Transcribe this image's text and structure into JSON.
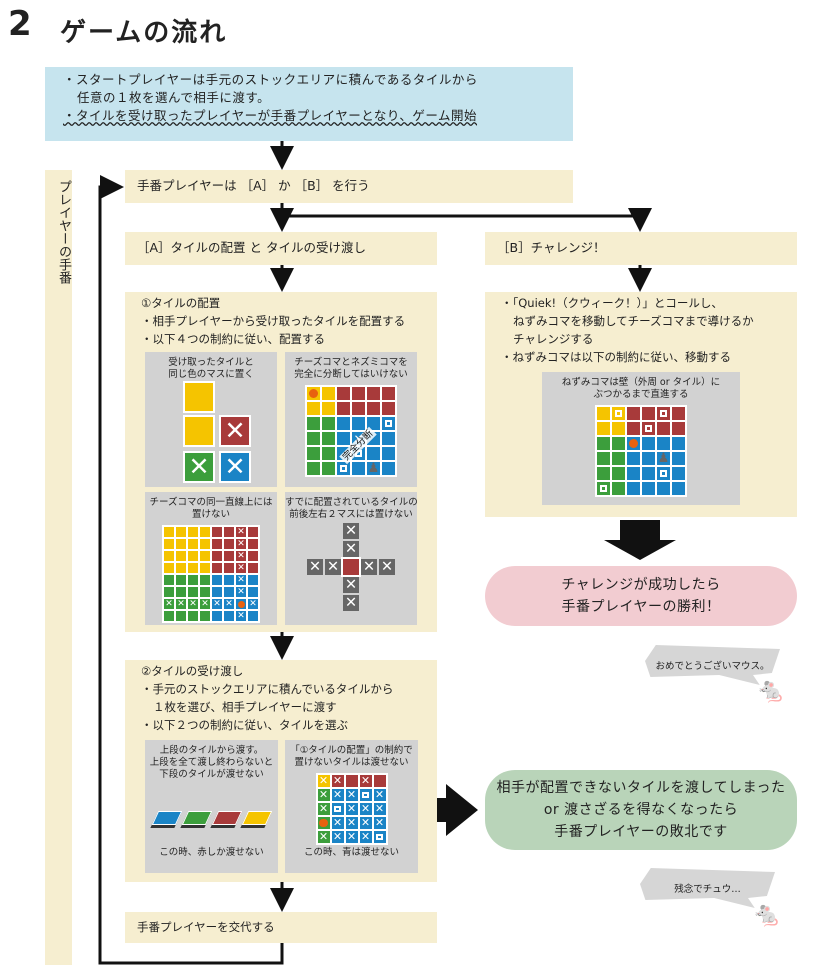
{
  "title": {
    "number": "2",
    "text": "ゲームの流れ"
  },
  "intro": {
    "line1": "・スタートプレイヤーは手元のストックエリアに積んであるタイルから",
    "line2": "任意の１枚を選んで相手に渡す。",
    "line3": "・タイルを受け取ったプレイヤーが手番プレイヤーとなり、ゲーム開始"
  },
  "side_label": "プレイヤーの手番",
  "turn_box": "手番プレイヤーは ［A］ か ［B］ を行う",
  "option_a": "［A］タイルの配置 と タイルの受け渡し",
  "option_b": "［B］チャレンジ！",
  "placement": {
    "heading": "①タイルの配置",
    "line1": "・相手プレイヤーから受け取ったタイルを配置する",
    "line2": "・以下４つの制約に従い、配置する",
    "rules": [
      "受け取ったタイルと\n同じ色のマスに置く",
      "チーズコマとネズミコマを\n完全に分断してはいけない",
      "チーズコマの同一直線上には\n置けない",
      "すでに配置されているタイルの\n前後左右２マスには置けない"
    ],
    "divide_label": "完全分断"
  },
  "challenge": {
    "line1": "・「Quiek!（クウィーク！）」とコールし、",
    "line2": "ねずみコマを移動してチーズコマまで導けるか",
    "line3": "チャレンジする",
    "line4": "・ねずみコマは以下の制約に従い、移動する",
    "rule": "ねずみコマは壁（外周 or タイル）に\nぶつかるまで直進する"
  },
  "win": {
    "line1": "チャレンジが成功したら",
    "line2": "手番プレイヤーの勝利！"
  },
  "bubble_win": "おめでとうございマウス。",
  "handover": {
    "heading": "②タイルの受け渡し",
    "line1": "・手元のストックエリアに積んでいるタイルから",
    "line2": "１枚を選び、相手プレイヤーに渡す",
    "line3": "・以下２つの制約に従い、タイルを選ぶ",
    "rules": [
      "上段のタイルから渡す。\n上段を全て渡し終わらないと\n下段のタイルが渡せない",
      "「①タイルの配置」の制約で\n置けないタイルは渡せない"
    ],
    "captions": [
      "この時、赤しか渡せない",
      "この時、青は渡せない"
    ]
  },
  "lose": {
    "line1": "相手が配置できないタイルを渡してしまった",
    "line2": "or 渡さざるを得なくなったら",
    "line3": "手番プレイヤーの敗北です"
  },
  "bubble_lose": "残念でチュウ…",
  "swap": "手番プレイヤーを交代する",
  "colors": {
    "Y": "#f5c400",
    "R": "#a83a3a",
    "G": "#3c9e3c",
    "B": "#1a84c6",
    "K": "#666666",
    "intro_bg": "#c6e4ee",
    "box_bg": "#f6eed0",
    "win_bg": "#f2ccd1",
    "lose_bg": "#b9d4b9"
  },
  "grids": {
    "same_color": [
      [
        "Y"
      ],
      [
        "Y",
        "Rx"
      ],
      [
        "Gx",
        "Bx"
      ]
    ],
    "divide": [
      [
        "Yo",
        "Y",
        "R",
        "R",
        "R",
        "R"
      ],
      [
        "Y",
        "Y",
        "R",
        "R",
        "R",
        "R"
      ],
      [
        "G",
        "G",
        "B",
        "B",
        "B",
        "Bt"
      ],
      [
        "G",
        "G",
        "B",
        "Bx",
        "B",
        "B"
      ],
      [
        "G",
        "G",
        "B",
        "Bt",
        "B",
        "B"
      ],
      [
        "G",
        "G",
        "Bt",
        "B",
        "Bm",
        "B"
      ]
    ],
    "cheese_line": [
      [
        "Y",
        "Y",
        "Y",
        "Y",
        "R",
        "R",
        "Rx",
        "R"
      ],
      [
        "Y",
        "Y",
        "Y",
        "Y",
        "R",
        "R",
        "Rx",
        "R"
      ],
      [
        "Y",
        "Y",
        "Y",
        "Y",
        "R",
        "R",
        "Rx",
        "R"
      ],
      [
        "Y",
        "Y",
        "Y",
        "Y",
        "R",
        "R",
        "Rx",
        "R"
      ],
      [
        "G",
        "G",
        "G",
        "G",
        "B",
        "B",
        "Bx",
        "B"
      ],
      [
        "G",
        "G",
        "G",
        "G",
        "B",
        "B",
        "Bx",
        "B"
      ],
      [
        "Gx",
        "Gx",
        "Gx",
        "Gx",
        "Bx",
        "Bx",
        "Bo",
        "Bx"
      ],
      [
        "G",
        "G",
        "G",
        "G",
        "B",
        "B",
        "Bx",
        "B"
      ]
    ],
    "mouse_move": [
      [
        "Y",
        "Yt",
        "R",
        "R",
        "Rt",
        "R"
      ],
      [
        "Y",
        "Y",
        "R",
        "Rt",
        "R",
        "R"
      ],
      [
        "G",
        "G",
        "Bo",
        "B",
        "B",
        "B"
      ],
      [
        "G",
        "G",
        "B",
        "B",
        "Bm",
        "B"
      ],
      [
        "G",
        "G",
        "B",
        "B",
        "Bt",
        "B"
      ],
      [
        "Gt",
        "G",
        "B",
        "B",
        "B",
        "B"
      ]
    ],
    "handover": [
      [
        "Yx",
        "Rx",
        "R",
        "Rx",
        "R"
      ],
      [
        "Gx",
        "Bx",
        "Bx",
        "Bt",
        "Bx"
      ],
      [
        "Gx",
        "Bt",
        "Bx",
        "Bx",
        "Bx"
      ],
      [
        "Go",
        "Bx",
        "Bx",
        "Bx",
        "Bx"
      ],
      [
        "Gx",
        "Bx",
        "Bx",
        "Bx",
        "Bt"
      ]
    ]
  },
  "stacks": [
    "B",
    "G",
    "R",
    "Y"
  ]
}
